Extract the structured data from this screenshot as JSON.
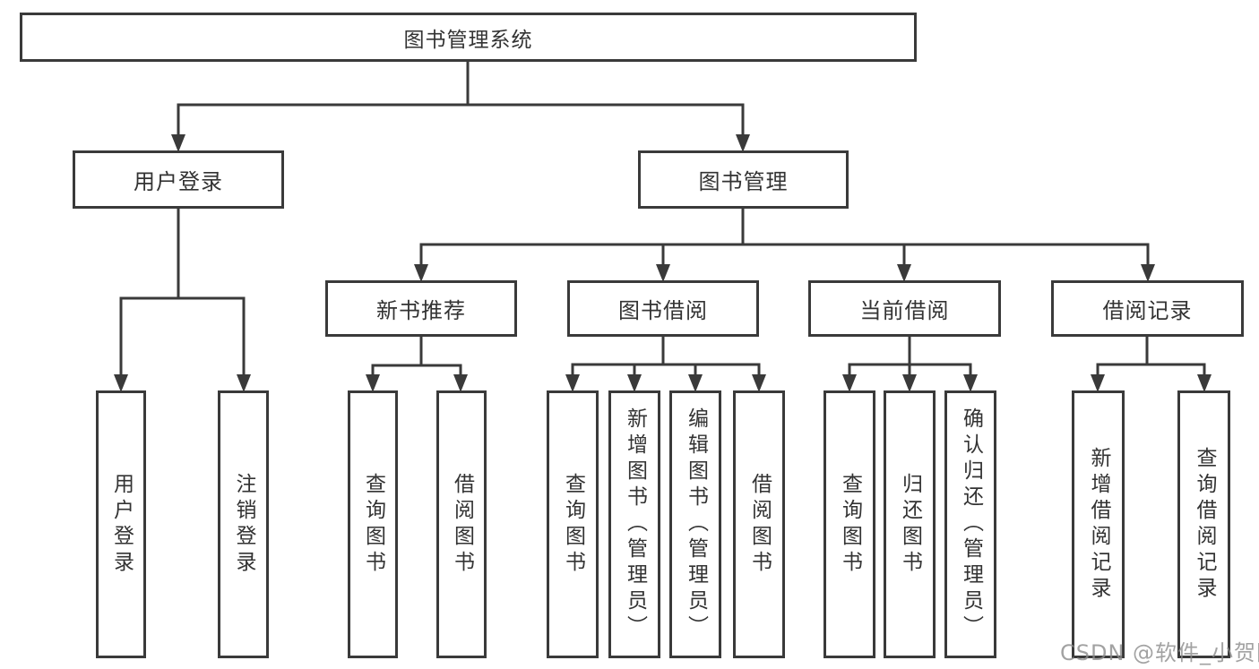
{
  "tree": {
    "root": "图书管理系统",
    "user_login": {
      "label": "用户登录",
      "children": [
        "用户登录",
        "注销登录"
      ]
    },
    "book_mgmt": {
      "label": "图书管理",
      "sections": [
        {
          "label": "新书推荐",
          "children": [
            "查询图书",
            "借阅图书"
          ]
        },
        {
          "label": "图书借阅",
          "children": [
            "查询图书",
            "新增图书（管理员）",
            "编辑图书（管理员）",
            "借阅图书"
          ]
        },
        {
          "label": "当前借阅",
          "children": [
            "查询图书",
            "归还图书",
            "确认归还（管理员）"
          ]
        },
        {
          "label": "借阅记录",
          "children": [
            "新增借阅记录",
            "查询借阅记录"
          ]
        }
      ]
    }
  },
  "watermark": {
    "text": "CSDN @软件_小贺同学"
  },
  "colors": {
    "line": "#3a3a3a",
    "text": "#333333",
    "watermark": "#8c8c8c",
    "background": "#ffffff"
  }
}
